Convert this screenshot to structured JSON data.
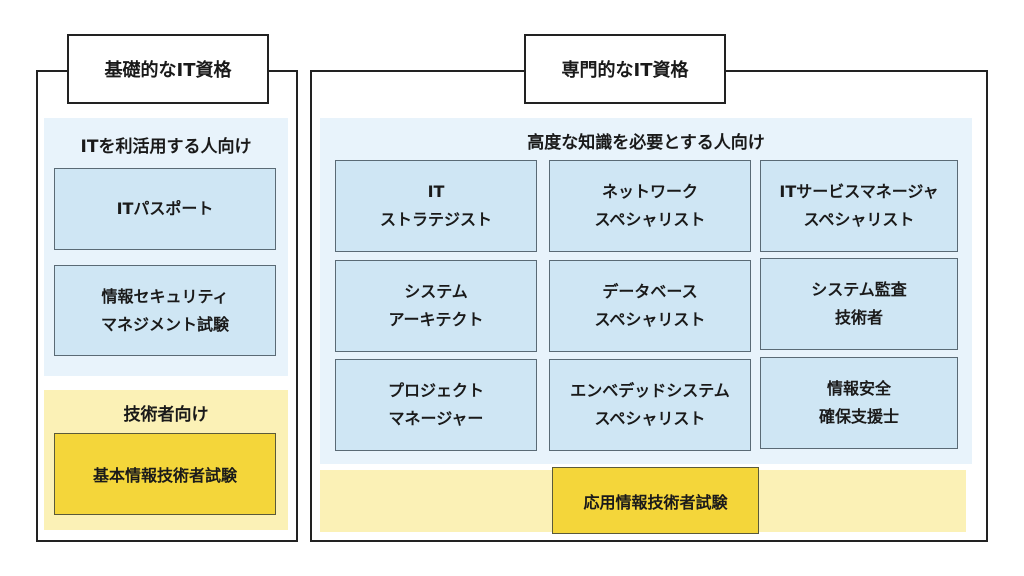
{
  "basic": {
    "title": "基礎的なIT資格",
    "users_band": {
      "label": "ITを利活用する人向け",
      "items": [
        {
          "lines": [
            "ITパスポート"
          ]
        },
        {
          "lines": [
            "情報セキュリティ",
            "マネジメント試験"
          ]
        }
      ]
    },
    "engineer_band": {
      "label": "技術者向け",
      "item": "基本情報技術者試験"
    }
  },
  "advanced": {
    "title": "専門的なIT資格",
    "expert_band": {
      "label": "高度な知識を必要とする人向け",
      "items": [
        {
          "lines": [
            "IT",
            "ストラテジスト"
          ]
        },
        {
          "lines": [
            "ネットワーク",
            "スペシャリスト"
          ]
        },
        {
          "lines": [
            "ITサービスマネージャ",
            "スペシャリスト"
          ]
        },
        {
          "lines": [
            "システム",
            "アーキテクト"
          ]
        },
        {
          "lines": [
            "データベース",
            "スペシャリスト"
          ]
        },
        {
          "lines": [
            "システム監査",
            "技術者"
          ]
        },
        {
          "lines": [
            "プロジェクト",
            "マネージャー"
          ]
        },
        {
          "lines": [
            "エンベデッドシステム",
            "スペシャリスト"
          ]
        },
        {
          "lines": [
            "情報安全",
            "確保支援士"
          ]
        }
      ]
    },
    "applied_band": {
      "item": "応用情報技術者試験"
    }
  }
}
